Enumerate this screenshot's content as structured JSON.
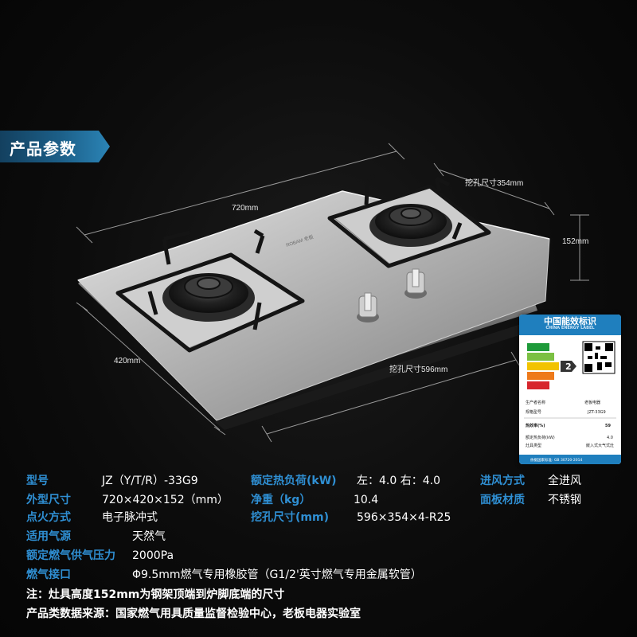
{
  "banner": {
    "title": "产品参数"
  },
  "dimensions": {
    "width": "720mm",
    "depth": "420mm",
    "cutout_width": "挖孔尺寸596mm",
    "cutout_depth": "挖孔尺寸354mm",
    "height": "152mm"
  },
  "product_brand_mark": "ROBAM 老板",
  "energy_label": {
    "title": "中国能效标识",
    "subtitle": "CHINA ENERGY LABEL",
    "grade": "2",
    "manufacturer_label": "生产者名称",
    "manufacturer": "老板电器",
    "model_label": "规格型号",
    "model": "JZT-33G9",
    "efficiency_label": "热效率(%)",
    "efficiency": "59",
    "load_label": "额定热负荷(kW)",
    "load": "4.0",
    "type_label": "灶具类型",
    "type": "嵌入式大气式灶",
    "standard": "依据国家标准: GB 30720-2014"
  },
  "specs": {
    "col1": [
      {
        "key": "型号",
        "value": "JZ（Y/T/R）-33G9"
      },
      {
        "key": "外型尺寸",
        "value": "720×420×152（mm）"
      },
      {
        "key": "点火方式",
        "value": "电子脉冲式"
      },
      {
        "key": "适用气源",
        "value": "天然气"
      },
      {
        "key": "额定燃气供气压力",
        "value": "2000Pa"
      },
      {
        "key": "燃气接口",
        "value": "Φ9.5mm燃气专用橡胶管（G1/2'英寸燃气专用金属软管）"
      }
    ],
    "col2": [
      {
        "key": "额定热负荷(kW)",
        "value": "左：4.0   右：4.0"
      },
      {
        "key": "净重（kg）",
        "value": "10.4"
      },
      {
        "key": "挖孔尺寸(mm)",
        "value": "596×354×4-R25"
      }
    ],
    "col3": [
      {
        "key": "进风方式",
        "value": "全进风"
      },
      {
        "key": "面板材质",
        "value": "不锈钢"
      }
    ]
  },
  "notes": {
    "note1": "注：灶具高度152mm为钢架顶端到炉脚底端的尺寸",
    "note2": "产品类数据来源：国家燃气用具质量监督检验中心，老板电器实验室"
  }
}
